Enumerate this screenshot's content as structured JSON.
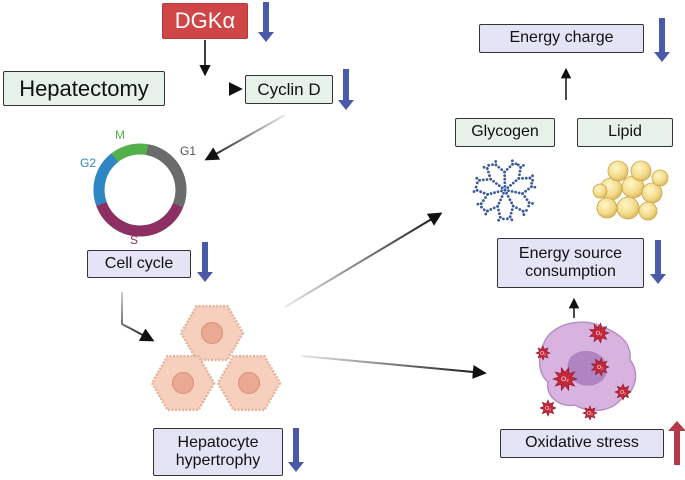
{
  "labels": {
    "dgka": "DGKα",
    "hepatectomy": "Hepatectomy",
    "cyclin_d": "Cyclin D",
    "cell_cycle": "Cell cycle",
    "hypertrophy": "Hepatocyte\nhypertrophy",
    "energy_charge": "Energy charge",
    "glycogen": "Glycogen",
    "lipid": "Lipid",
    "energy_source": "Energy source\nconsumption",
    "oxidative_stress": "Oxidative stress"
  },
  "cell_cycle_phases": [
    {
      "name": "G1",
      "color": "#6b6b6b"
    },
    {
      "name": "S",
      "color": "#8e2f63"
    },
    {
      "name": "G2",
      "color": "#2f86c4"
    },
    {
      "name": "M",
      "color": "#54b04a"
    }
  ],
  "ros_label": "O₂",
  "colors": {
    "dgka_box": "#d04545",
    "down_arrow": "#4a5aa8",
    "up_arrow": "#b23a4a",
    "green_box": "#e6f1ea",
    "lavender_box": "#e5e3f6"
  }
}
